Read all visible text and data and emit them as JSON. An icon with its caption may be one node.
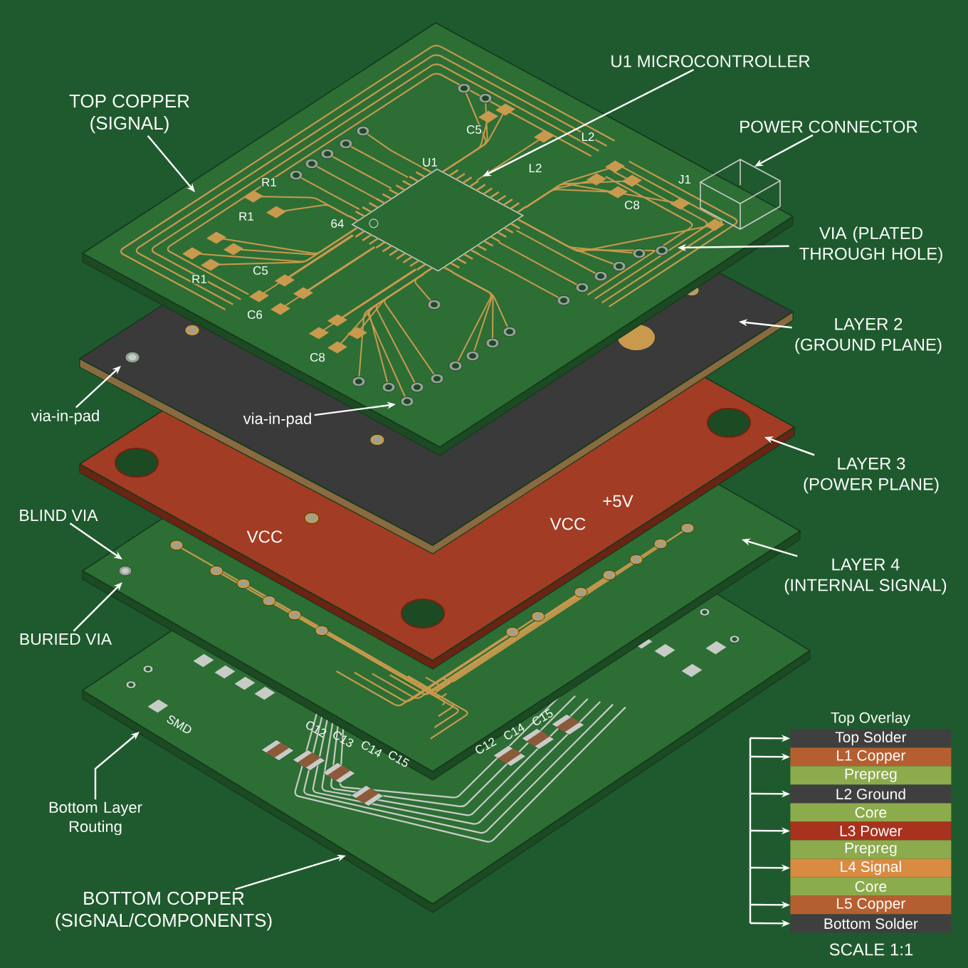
{
  "diagram": {
    "nodes": [
      {
        "text": [
          "TOP COPPER",
          "(SIGNAL)"
        ]
      },
      {
        "text": [
          "U1 MICROCONTROLLER"
        ]
      },
      {
        "text": [
          "POWER CONNECTOR"
        ]
      },
      {
        "text": [
          "VIA (PLATED THROUGH HOLE)"
        ]
      },
      {
        "text": [
          "LAYER 2",
          "(GROUND PLANE)"
        ]
      },
      {
        "text": [
          "LAYER 3",
          "(POWER PLANE)"
        ]
      },
      {
        "text": [
          "LAYER 4",
          "(INTERNAL SIGNAL)"
        ]
      },
      {
        "text": [
          "via-in-pad"
        ]
      },
      {
        "text": [
          "via-in-pad"
        ]
      },
      {
        "text": [
          "BLIND VIA"
        ]
      },
      {
        "text": [
          "BURIED VIA"
        ]
      },
      {
        "text": [
          "Bottom Layer Routing"
        ]
      },
      {
        "text": [
          "BOTTOM COPPER",
          "(SIGNAL/COMPONENTS)"
        ]
      },
      {
        "text": [
          "Top Overlay"
        ]
      },
      {
        "text": [
          "Top Solder"
        ]
      },
      {
        "text": [
          "L1 Copper"
        ]
      },
      {
        "text": [
          "Prepreg"
        ]
      },
      {
        "text": [
          "L2 Ground"
        ]
      },
      {
        "text": [
          "Core"
        ]
      },
      {
        "text": [
          "L3 Power"
        ]
      },
      {
        "text": [
          "Prepreg"
        ]
      },
      {
        "text": [
          "L4 Signal"
        ]
      },
      {
        "text": [
          "Core"
        ]
      },
      {
        "text": [
          "L5 Copper"
        ]
      },
      {
        "text": [
          "Bottom Solder"
        ]
      }
    ],
    "edges": [
      {
        "from": 0,
        "to": null,
        "arrow": "to"
      },
      {
        "from": 1,
        "to": null,
        "arrow": "to"
      },
      {
        "from": 2,
        "to": null,
        "arrow": "to"
      },
      {
        "from": 3,
        "to": null,
        "arrow": "to"
      },
      {
        "from": 4,
        "to": null,
        "arrow": "to"
      },
      {
        "from": 5,
        "to": null,
        "arrow": "to"
      },
      {
        "from": 6,
        "to": null,
        "arrow": "to"
      },
      {
        "from": 7,
        "to": null,
        "arrow": "to"
      },
      {
        "from": 8,
        "to": null,
        "arrow": "to"
      },
      {
        "from": 9,
        "to": null,
        "arrow": "to"
      },
      {
        "from": 10,
        "to": null,
        "arrow": "to"
      },
      {
        "from": 11,
        "to": null,
        "arrow": "to"
      },
      {
        "from": 12,
        "to": null,
        "arrow": "to"
      },
      {
        "from": null,
        "to": 14,
        "arrow": "to"
      },
      {
        "from": null,
        "to": 15,
        "arrow": "to"
      },
      {
        "from": null,
        "to": 17,
        "arrow": "to"
      },
      {
        "from": null,
        "to": 19,
        "arrow": "to"
      },
      {
        "from": null,
        "to": 21,
        "arrow": "to"
      },
      {
        "from": null,
        "to": 23,
        "arrow": "to"
      },
      {
        "from": null,
        "to": 24,
        "arrow": "to"
      }
    ],
    "labels": [
      "C5",
      "L2",
      "U1",
      "L2",
      "R1",
      "J1",
      "R1",
      "C8",
      "64",
      "R1",
      "C5",
      "C6",
      "C8",
      "VCC",
      "VCC",
      "+5V",
      "SMD",
      "C12",
      "C13",
      "C14",
      "C15",
      "C12",
      "C14",
      "C15",
      "SCALE 1:1"
    ]
  }
}
